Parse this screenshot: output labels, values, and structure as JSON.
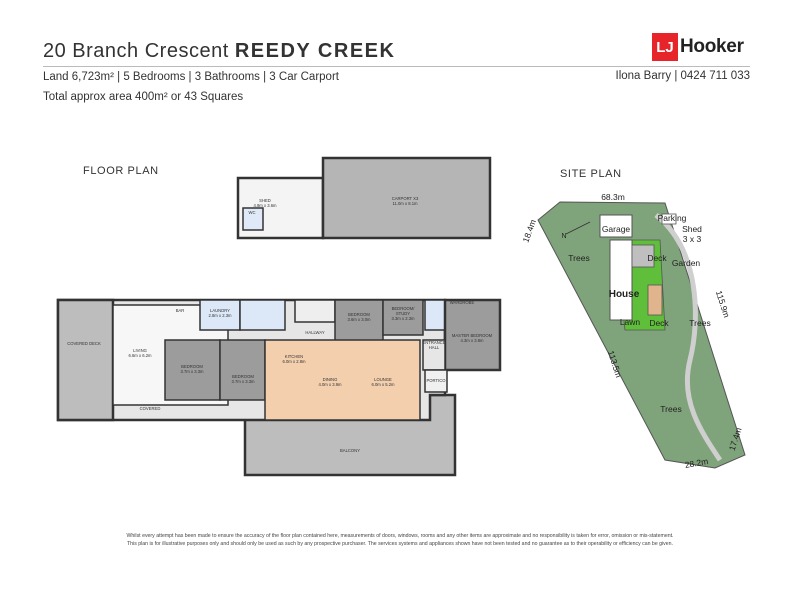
{
  "header": {
    "address_street": "20 Branch Crescent",
    "address_suburb": "REEDY CREEK",
    "land_line": "Land 6,723m² | 5 Bedrooms | 3 Bathrooms | 3 Car Carport",
    "area_line": "Total approx area 400m² or 43 Squares",
    "agent_line": "Ilona Barry | 0424 711 033"
  },
  "logo": {
    "mark": "LJ",
    "name": "Hooker",
    "color": "#e8242b"
  },
  "floor_plan": {
    "heading": "FLOOR PLAN",
    "rooms": {
      "shed": "SHED\n4.9m x 3.6m",
      "wc": "WC",
      "carport": "CARPORT X3\n11.0m x 8.1m",
      "covered_deck": "COVERED DECK",
      "bar": "BAR",
      "living": "LIVING\n6.6m x 6.2m",
      "laundry": "LAUNDRY\n2.8m x 2.3m",
      "bedroom_1": "BEDROOM\n3.7m x 3.3m",
      "bedroom_2": "BEDROOM\n3.7m x 3.3m",
      "hallway": "HALLWAY",
      "bedroom_3": "BEDROOM\n3.6m x 3.0m",
      "bedroom_study": "BEDROOM/\nSTUDY\n3.3m x 2.3m",
      "wardrobe": "WARDROBE",
      "master_bedroom": "MASTER BEDROOM\n4.3m x 3.8m",
      "entrance_hall": "ENTRANCE\nHALL",
      "kitchen": "KITCHEN\n6.0m x 2.8m",
      "dining": "DINING\n4.0m x 3.9m",
      "lounge": "LOUNGE\n6.0m x 5.2m",
      "portico": "PORTICO",
      "covered": "COVERED",
      "balcony": "BALCONY"
    }
  },
  "site_plan": {
    "heading": "SITE PLAN",
    "dims": {
      "top": "68.3m",
      "left": "18.4m",
      "right": "115.9m",
      "left_long": "113.5m",
      "bottom": "28.2m",
      "bottom_right": "17.4m"
    },
    "labels": {
      "garage": "Garage",
      "parking": "Parking",
      "shed": "Shed\n3 x 3",
      "trees_left": "Trees",
      "deck_top": "Deck",
      "garden": "Garden",
      "house": "House",
      "lawn": "Lawn",
      "deck_bottom": "Deck",
      "trees_right": "Trees",
      "trees_bottom": "Trees",
      "north": "N"
    }
  },
  "disclaimer": {
    "line1": "Whilst every attempt has been made to ensure the accuracy of the floor plan contained here, measurements of doors, windows, rooms and any other items are approximate and no responsibility is taken for error, omission or mis-statement.",
    "line2": "This plan is for illustrative purposes only and should only be used as such by any prospective purchaser. The services systems and appliances shown have not been tested and no guarantee as to their operability or efficiency can be given."
  }
}
